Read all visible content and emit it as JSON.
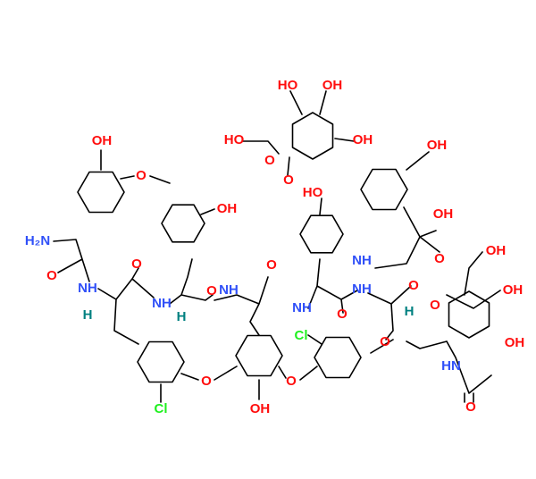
{
  "colors": {
    "oxygen": "#ff0d0d",
    "nitrogen": "#3050f8",
    "chlorine": "#1ff01f",
    "hydrogen": "#008080",
    "carbon": "#000000"
  },
  "labels": [
    {
      "text": "HO",
      "element": "oxygen"
    },
    {
      "text": "OH",
      "element": "oxygen"
    },
    {
      "text": "HO",
      "element": "oxygen"
    },
    {
      "text": "O",
      "element": "oxygen"
    },
    {
      "text": "OH",
      "element": "oxygen"
    },
    {
      "text": "O",
      "element": "oxygen"
    },
    {
      "text": "OH",
      "element": "oxygen"
    },
    {
      "text": "OH",
      "element": "oxygen"
    },
    {
      "text": "O",
      "element": "oxygen"
    },
    {
      "text": "OH",
      "element": "oxygen"
    },
    {
      "text": "HO",
      "element": "oxygen"
    },
    {
      "text": "OH",
      "element": "oxygen"
    },
    {
      "text": "O",
      "element": "oxygen"
    },
    {
      "text": "NH",
      "element": "nitrogen"
    },
    {
      "text": "OH",
      "element": "oxygen"
    },
    {
      "text": "H₂N",
      "element": "nitrogen"
    },
    {
      "text": "O",
      "element": "oxygen"
    },
    {
      "text": "NH",
      "element": "nitrogen"
    },
    {
      "text": "O",
      "element": "oxygen"
    },
    {
      "text": "NH",
      "element": "nitrogen"
    },
    {
      "text": "O",
      "element": "oxygen"
    },
    {
      "text": "NH",
      "element": "nitrogen"
    },
    {
      "text": "O",
      "element": "oxygen"
    },
    {
      "text": "H",
      "element": "hydrogen"
    },
    {
      "text": "H",
      "element": "hydrogen"
    },
    {
      "text": "NH",
      "element": "nitrogen"
    },
    {
      "text": "O",
      "element": "oxygen"
    },
    {
      "text": "NH",
      "element": "nitrogen"
    },
    {
      "text": "O",
      "element": "oxygen"
    },
    {
      "text": "H",
      "element": "hydrogen"
    },
    {
      "text": "O",
      "element": "oxygen"
    },
    {
      "text": "OH",
      "element": "oxygen"
    },
    {
      "text": "Cl",
      "element": "chlorine"
    },
    {
      "text": "O",
      "element": "oxygen"
    },
    {
      "text": "OH",
      "element": "oxygen"
    },
    {
      "text": "HN",
      "element": "nitrogen"
    },
    {
      "text": "O",
      "element": "oxygen"
    },
    {
      "text": "O",
      "element": "oxygen"
    },
    {
      "text": "Cl",
      "element": "chlorine"
    },
    {
      "text": "OH",
      "element": "oxygen"
    },
    {
      "text": "O",
      "element": "oxygen"
    }
  ]
}
